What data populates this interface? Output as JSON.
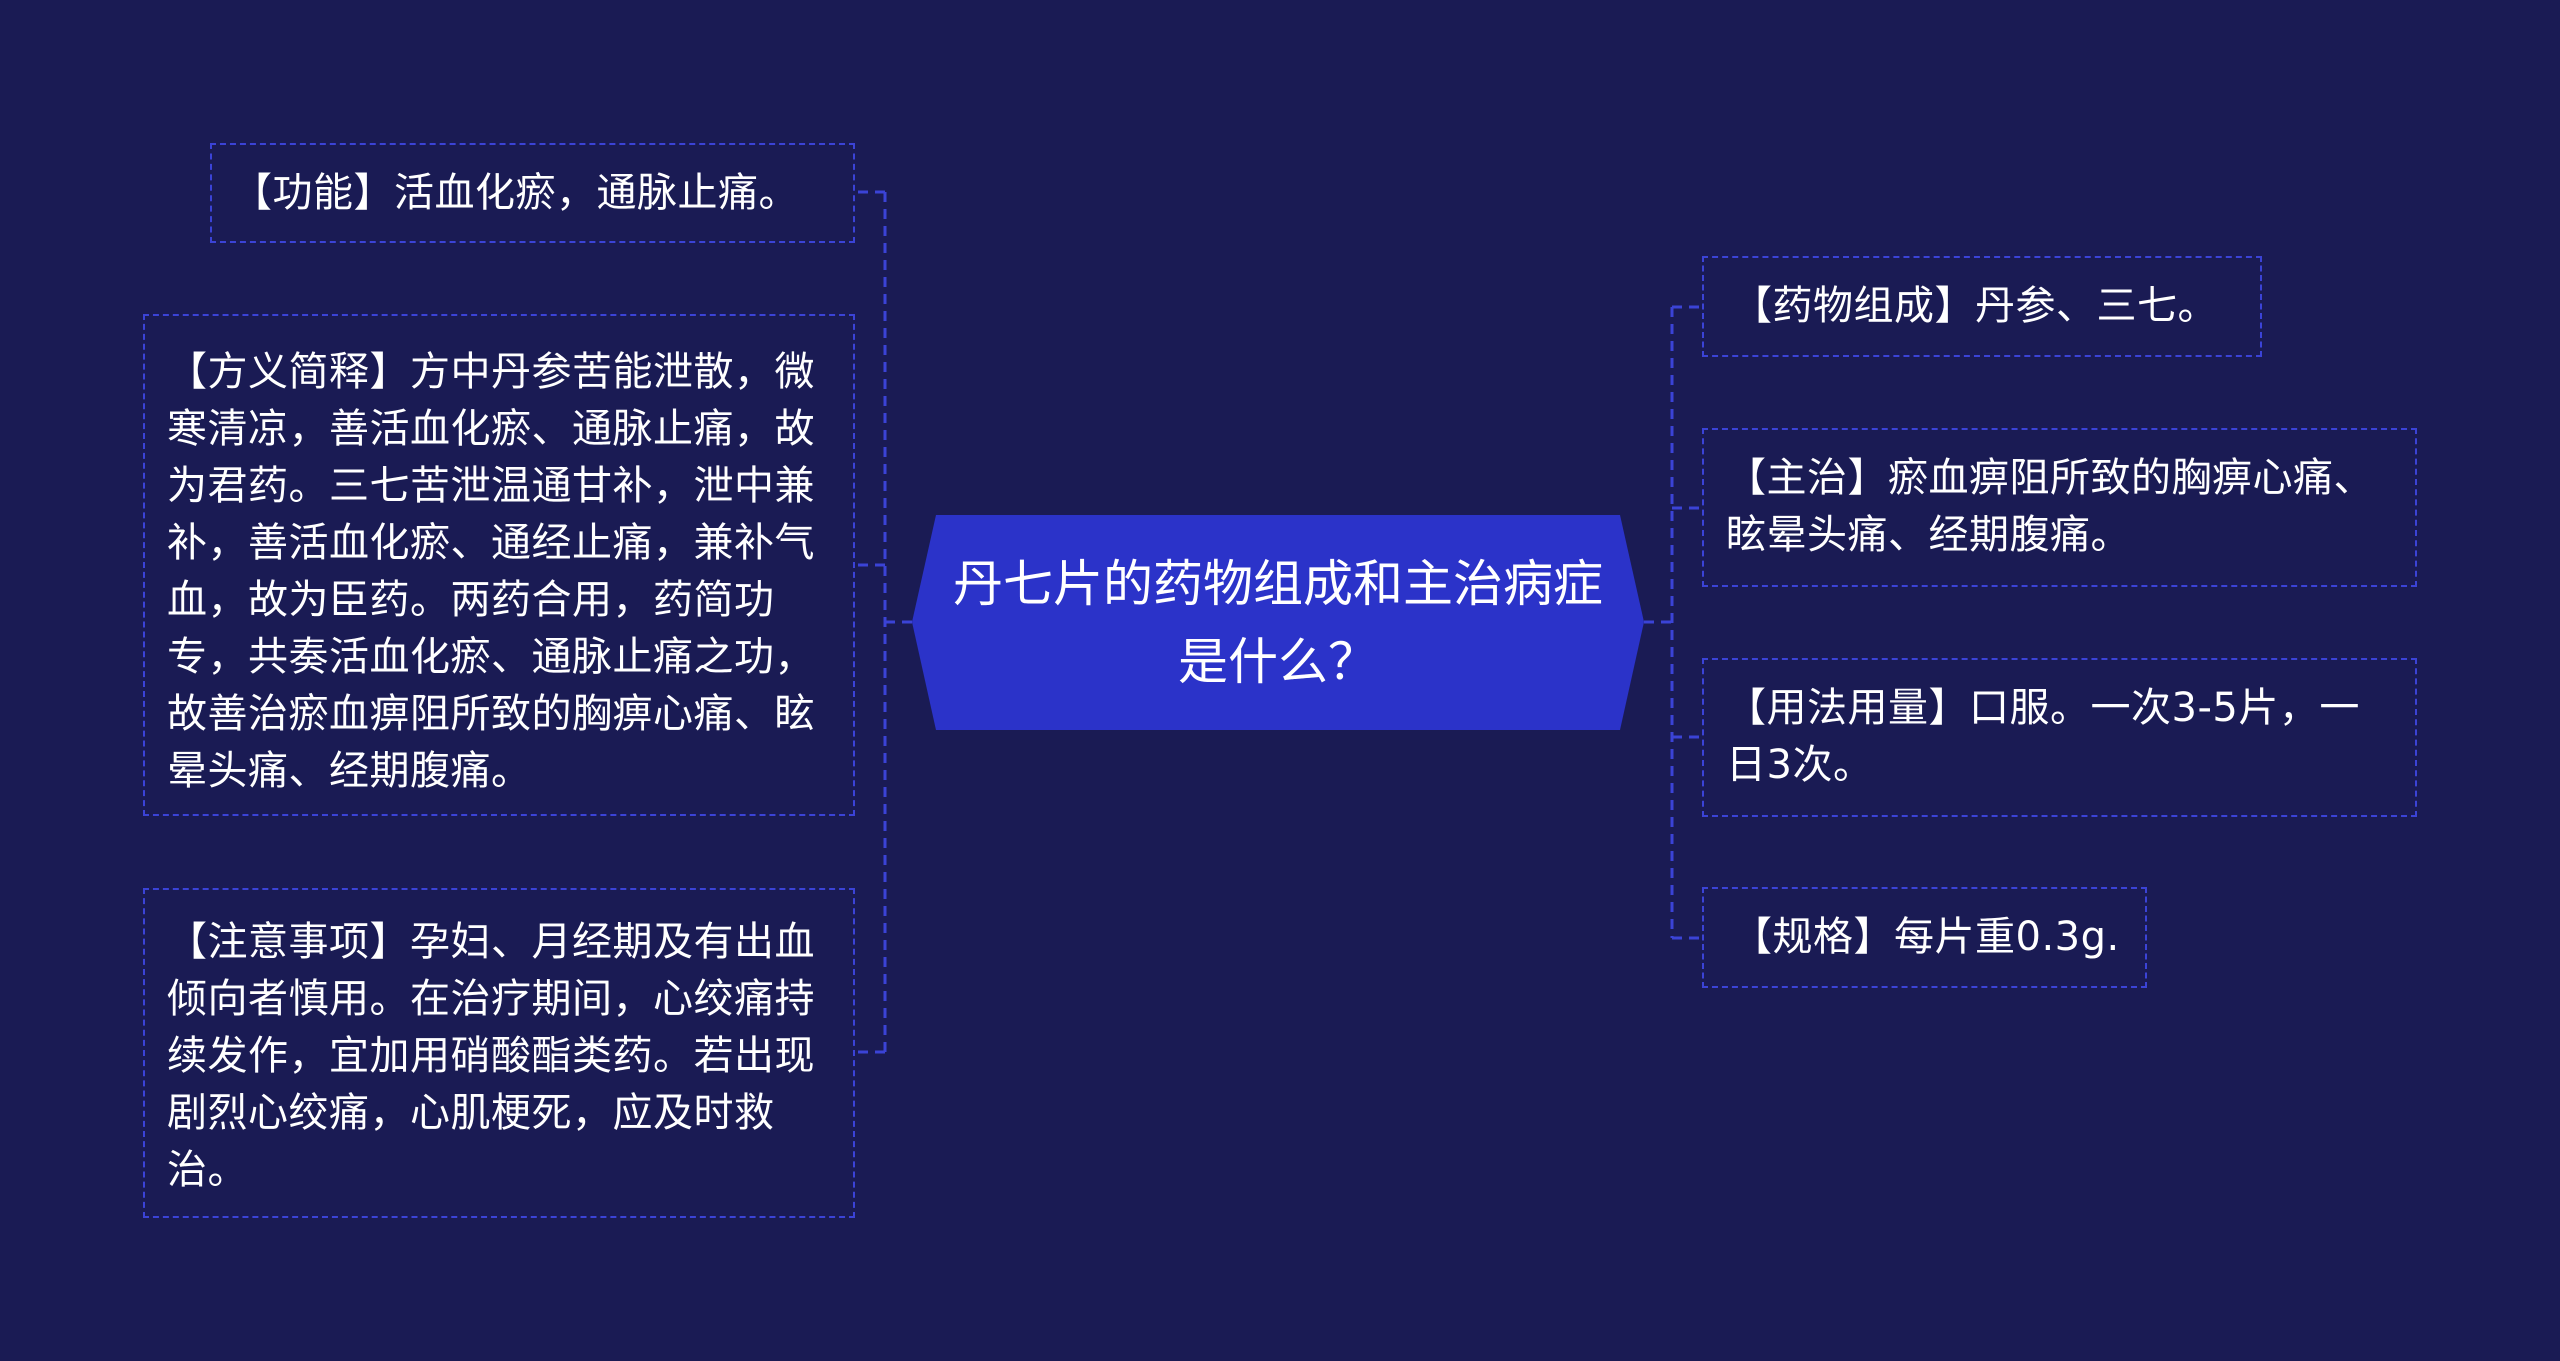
{
  "diagram": {
    "type": "mind-map",
    "center": {
      "title": "丹七片的药物组成和主治病症是什么？"
    },
    "left_nodes": [
      {
        "text": "【功能】活血化瘀，通脉止痛。"
      },
      {
        "text": "【方义简释】方中丹参苦能泄散，微寒清凉，善活血化瘀、通脉止痛，故为君药。三七苦泄温通甘补，泄中兼补，善活血化瘀、通经止痛，兼补气血，故为臣药。两药合用，药简功专，共奏活血化瘀、通脉止痛之功，故善治瘀血痹阻所致的胸痹心痛、眩晕头痛、经期腹痛。"
      },
      {
        "text": "【注意事项】孕妇、月经期及有出血倾向者慎用。在治疗期间，心绞痛持续发作，宜加用硝酸酯类药。若出现剧烈心绞痛，心肌梗死，应及时救治。"
      }
    ],
    "right_nodes": [
      {
        "text": "【药物组成】丹参、三七。"
      },
      {
        "text": "【主治】瘀血痹阻所致的胸痹心痛、眩晕头痛、经期腹痛。"
      },
      {
        "text": "【用法用量】口服。一次3-5片，一日3次。"
      },
      {
        "text": "【规格】每片重0.3g."
      }
    ],
    "colors": {
      "background": "#1a1b54",
      "center_fill": "#2b33c9",
      "border": "#3b43d6",
      "connector": "#3b43d6",
      "text": "#ffffff"
    }
  }
}
